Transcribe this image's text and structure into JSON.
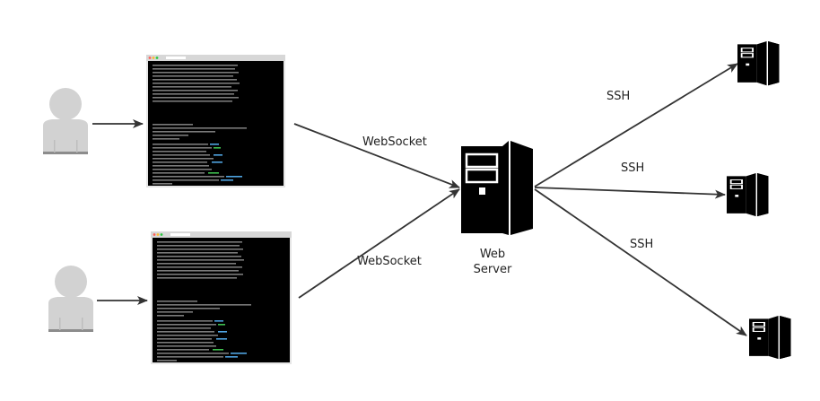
{
  "labels": {
    "websocket_top": "WebSocket",
    "websocket_bottom": "WebSocket",
    "ssh_top": "SSH",
    "ssh_middle": "SSH",
    "ssh_bottom": "SSH",
    "server_line1": "Web",
    "server_line2": "Server"
  },
  "colors": {
    "person": "#d4d4d4",
    "person_shadow": "#bdbdbd",
    "person_base": "#8c8c8c",
    "arrow": "#333333",
    "terminal_bg": "#000000",
    "terminal_frame": "#e6e6e6",
    "server": "#000000"
  },
  "icons": [
    "user-icon",
    "browser-terminal-screenshot",
    "web-server-icon",
    "ssh-server-icon"
  ]
}
